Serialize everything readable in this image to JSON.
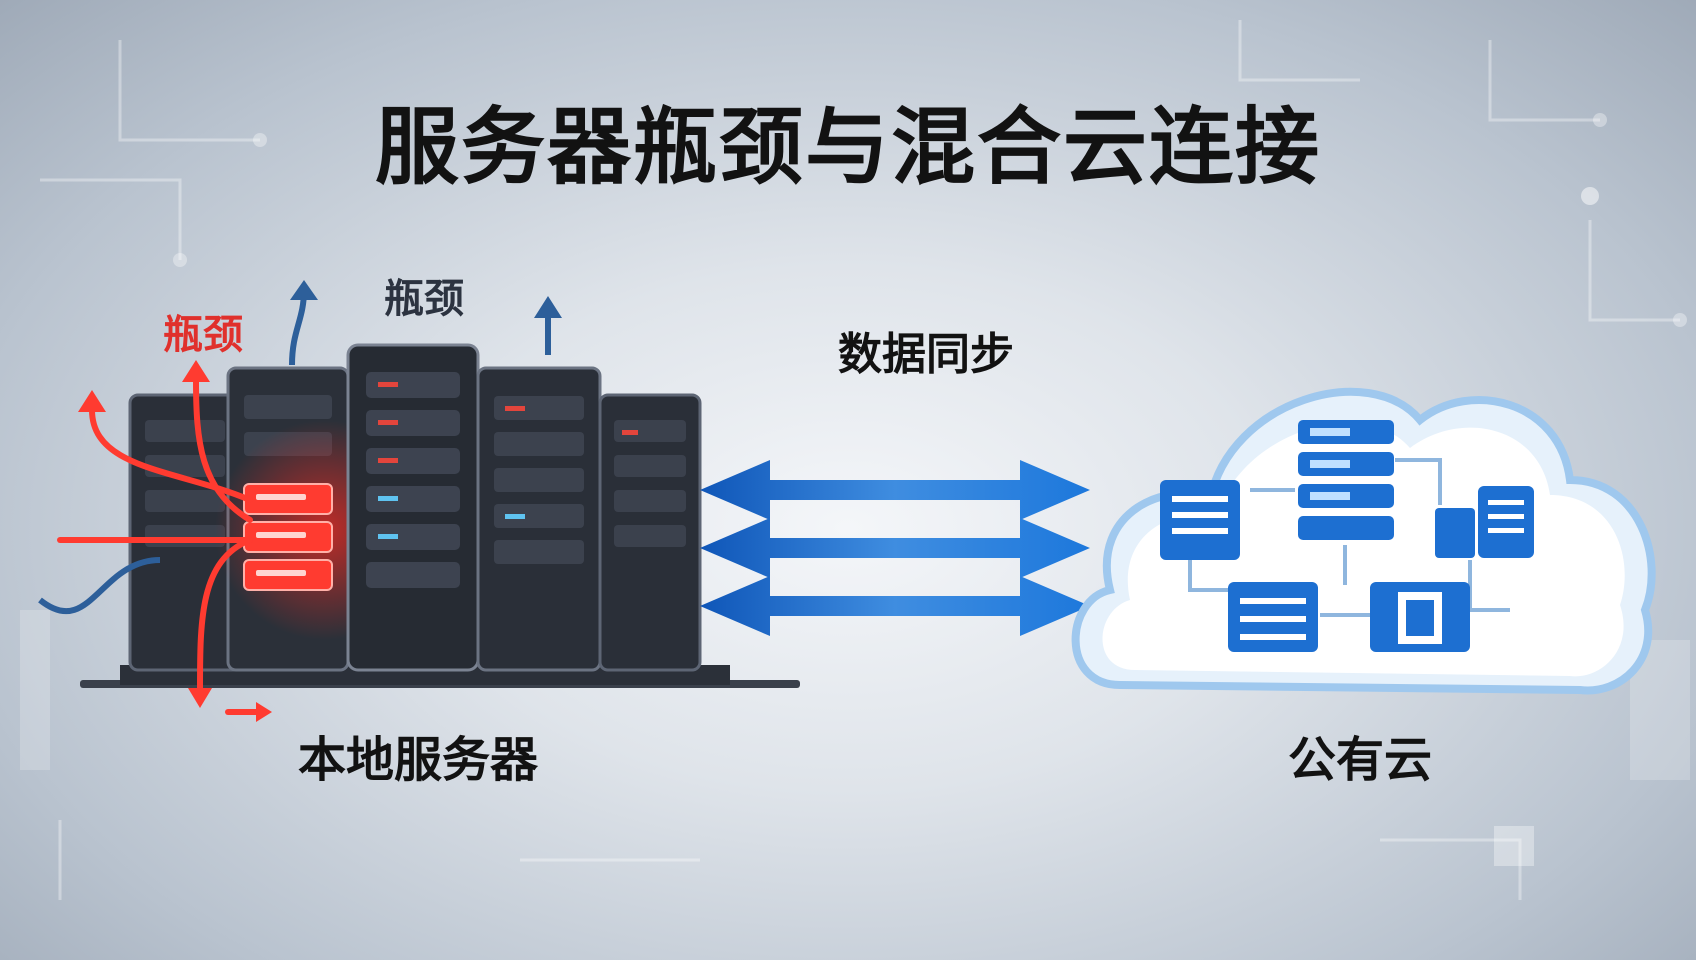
{
  "title": "服务器瓶颈与混合云连接",
  "labels": {
    "bottleneck_red": "瓶颈",
    "bottleneck_dark": "瓶颈",
    "data_sync": "数据同步",
    "local_servers": "本地服务器",
    "public_cloud": "公有云"
  },
  "colors": {
    "accent_blue": "#1565c0",
    "bottleneck_red": "#e0302c",
    "rack_dark": "#2a2f38"
  }
}
